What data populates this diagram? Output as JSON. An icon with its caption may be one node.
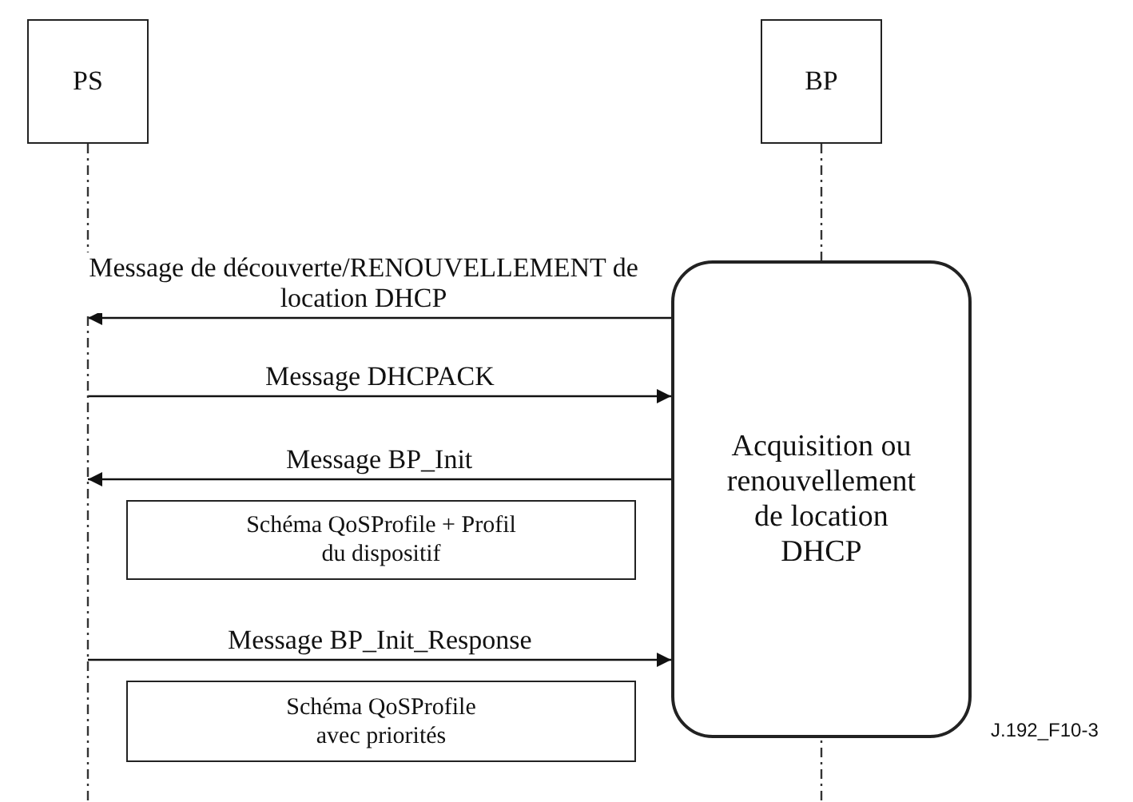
{
  "diagram": {
    "nodes": [
      {
        "text": [
          "PS"
        ]
      },
      {
        "text": [
          "BP"
        ]
      },
      {
        "text": [
          "Acquisition ou renouvellement de location DHCP"
        ]
      },
      {
        "text": [
          "Schéma QoSProfile + Profil du dispositif"
        ]
      },
      {
        "text": [
          "Schéma QoSProfile avec priorités"
        ]
      }
    ],
    "edges": [
      {
        "from": 2,
        "to": 0,
        "arrow": "to",
        "label": "Message de découverte/RENOUVELLEMENT de location DHCP"
      },
      {
        "from": 0,
        "to": 2,
        "arrow": "to",
        "label": "Message DHCPACK"
      },
      {
        "from": 2,
        "to": 0,
        "arrow": "to",
        "label": "Message BP_Init"
      },
      {
        "from": 0,
        "to": 2,
        "arrow": "to",
        "label": "Message BP_Init_Response"
      }
    ],
    "labels": [
      "J.192_F10-3"
    ]
  }
}
